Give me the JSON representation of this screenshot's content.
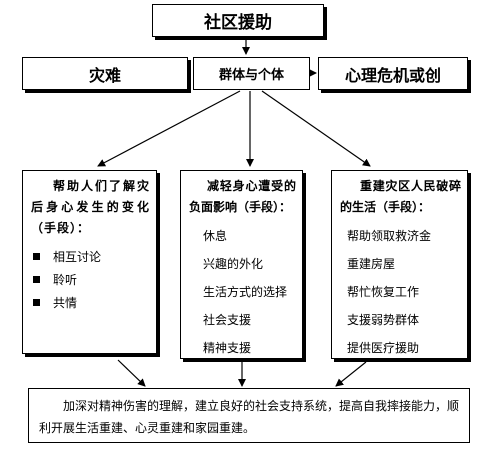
{
  "diagram": {
    "title": "社区援助",
    "disaster": "灾难",
    "group_individual": "群体与个体",
    "psych_crisis": "心理危机或创",
    "left_box": {
      "heading": "帮助人们了解灾后身心发生的变化（手段）：",
      "items": [
        "相互讨论",
        "聆听",
        "共情"
      ]
    },
    "middle_box": {
      "heading": "减轻身心遭受的负面影响（手段）：",
      "items": [
        "休息",
        "兴趣的外化",
        "生活方式的选择",
        "社会支援",
        "精神支援"
      ]
    },
    "right_box": {
      "heading": "重建灾区人民破碎的生活（手段）：",
      "items": [
        "帮助领取救济金",
        "重建房屋",
        "帮忙恢复工作",
        "支援弱势群体",
        "提供医疗援助"
      ]
    },
    "bottom_box": {
      "text": "加深对精神伤害的理解，建立良好的社会支持系统，提高自我摔接能力，顺利开展生活重建、心灵重建和家园重建。"
    },
    "colors": {
      "line": "#000000",
      "background": "#ffffff",
      "shadow": "#000000"
    }
  }
}
